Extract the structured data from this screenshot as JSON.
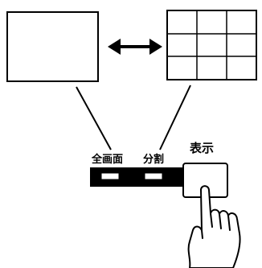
{
  "labels": {
    "full_screen": "全画面",
    "split": "分割",
    "display": "表示"
  },
  "colors": {
    "ink": "#000000",
    "paper": "#ffffff"
  },
  "icons": [
    "double-headed-arrow-icon",
    "pointing-hand-icon"
  ]
}
